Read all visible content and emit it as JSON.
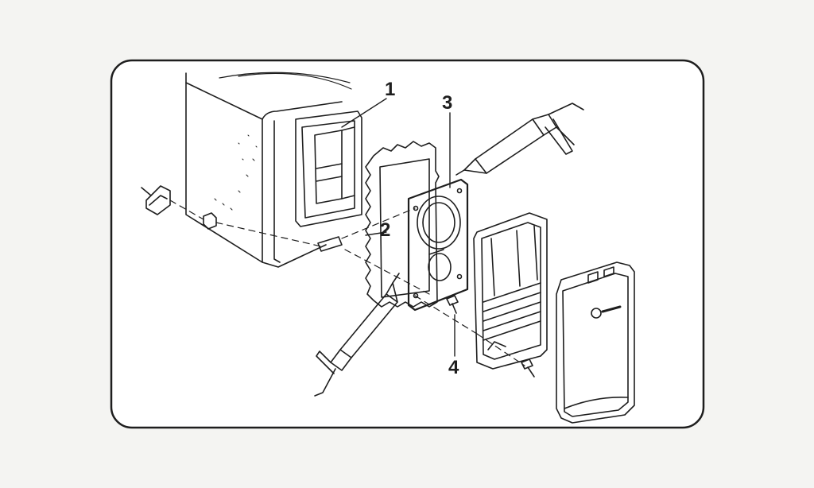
{
  "diagram": {
    "callouts": [
      {
        "id": "1",
        "label": "1"
      },
      {
        "id": "2",
        "label": "2"
      },
      {
        "id": "3",
        "label": "3"
      },
      {
        "id": "4",
        "label": "4"
      }
    ],
    "colors": {
      "background": "#f4f4f2",
      "panel": "#ffffff",
      "ink": "#1e1e1e"
    }
  }
}
